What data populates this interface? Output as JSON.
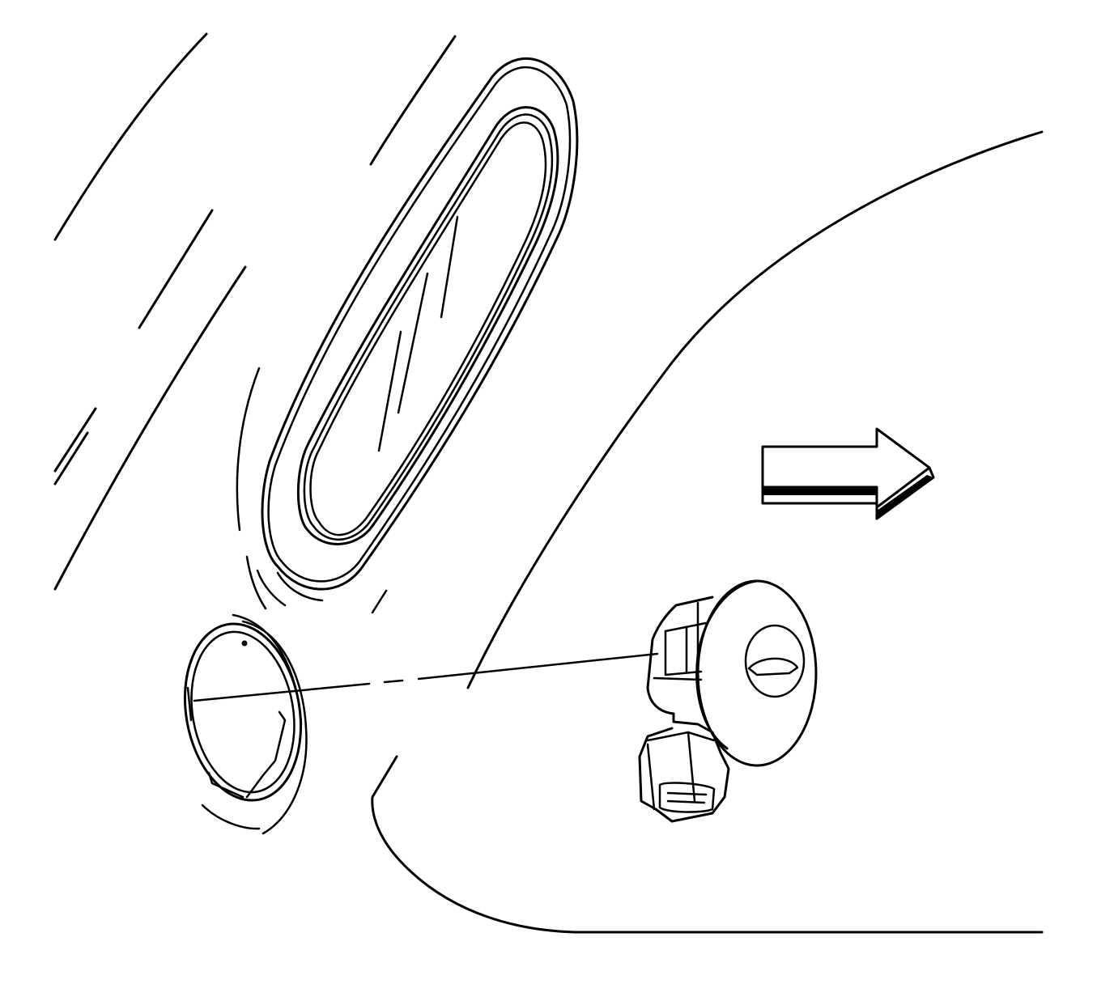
{
  "diagram": {
    "line_color": "#000000",
    "background_color": "#ffffff",
    "parts": [
      "windshield-glass",
      "side-window",
      "door-panel",
      "mounting-hole",
      "sensor-module",
      "electrical-connector",
      "direction-arrow"
    ]
  }
}
